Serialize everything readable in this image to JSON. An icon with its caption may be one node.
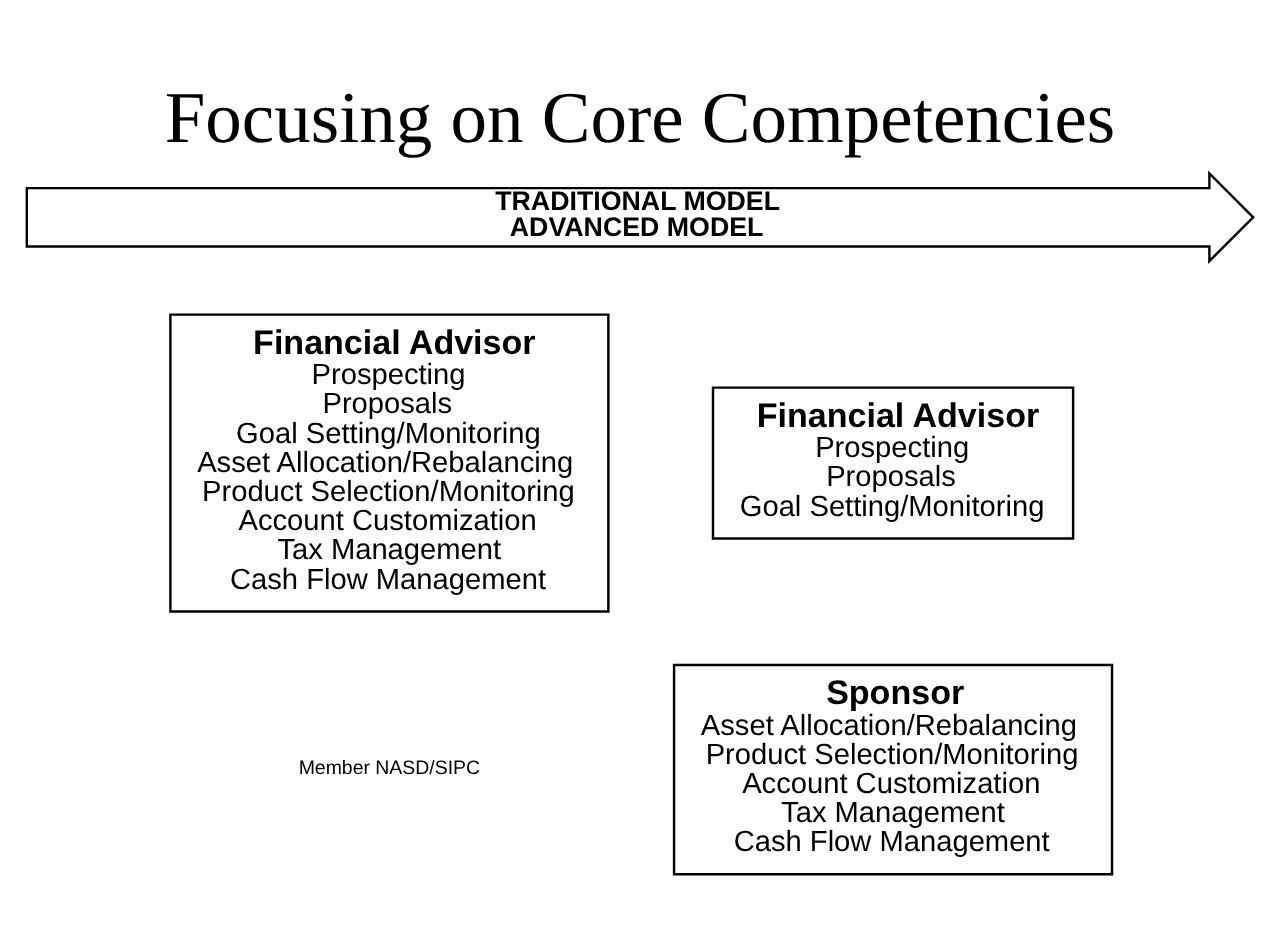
{
  "diagram": {
    "title": "Focusing on Core Competencies",
    "nodes": [
      {
        "text": [
          "TRADITIONAL MODEL",
          "ADVANCED MODEL"
        ]
      },
      {
        "text": [
          "Financial Advisor",
          "Prospecting",
          "Proposals",
          "Goal Setting/Monitoring",
          "Asset Allocation/Rebalancing",
          "Product Selection/Monitoring",
          "Account Customization",
          "Tax Management",
          "Cash Flow Management"
        ]
      },
      {
        "text": [
          "Financial Advisor",
          "Prospecting",
          "Proposals",
          "Goal Setting/Monitoring"
        ]
      },
      {
        "text": [
          "Sponsor",
          "Asset Allocation/Rebalancing",
          "Product Selection/Monitoring",
          "Account Customization",
          "Tax Management",
          "Cash Flow Management"
        ]
      }
    ],
    "edges": [],
    "labels": [
      "Member NASD/SIPC"
    ]
  }
}
